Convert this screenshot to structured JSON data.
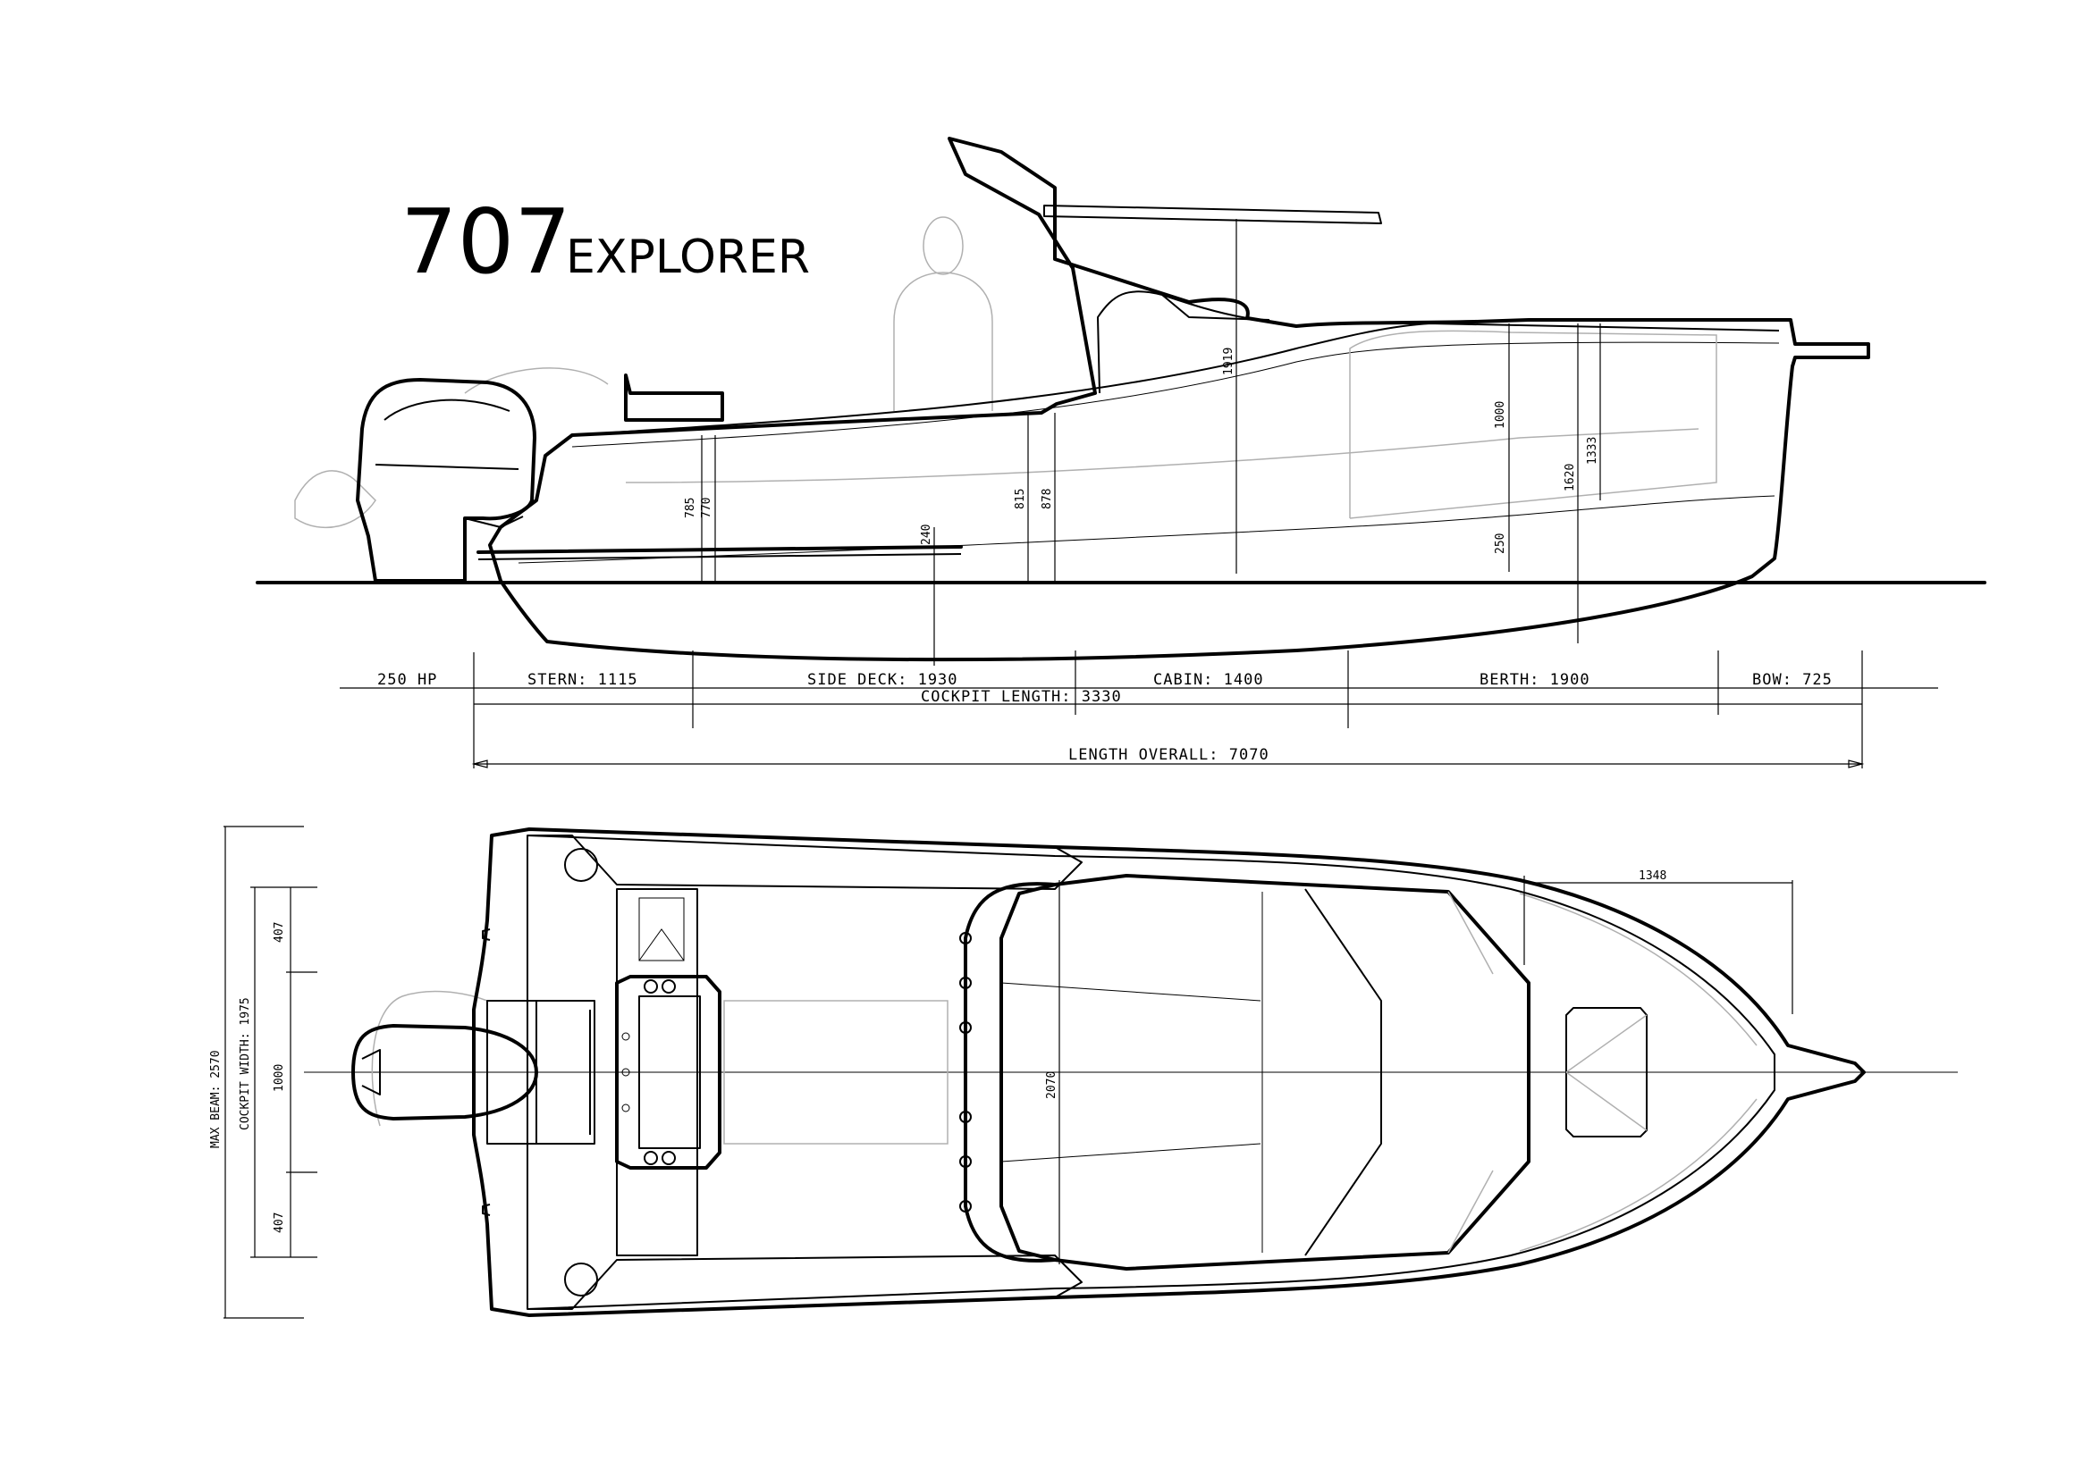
{
  "title": {
    "number": "707",
    "name": "EXPLORER"
  },
  "profile_dims": {
    "heights": [
      "785",
      "770",
      "240",
      "815",
      "878",
      "1919",
      "1000",
      "250",
      "1620",
      "1333"
    ],
    "segments": [
      "250 HP",
      "STERN: 1115",
      "SIDE DECK: 1930",
      "CABIN: 1400",
      "BERTH: 1900",
      "BOW: 725"
    ],
    "cockpit_length": "COCKPIT LENGTH: 3330",
    "length_overall": "LENGTH OVERALL: 7070"
  },
  "plan_dims": {
    "max_beam": "MAX BEAM: 2570",
    "cockpit_width": "COCKPIT WIDTH: 1975",
    "side_top": "407",
    "center": "1000",
    "side_bottom": "407",
    "cabin_width": "2070",
    "bow_offset": "1348"
  }
}
